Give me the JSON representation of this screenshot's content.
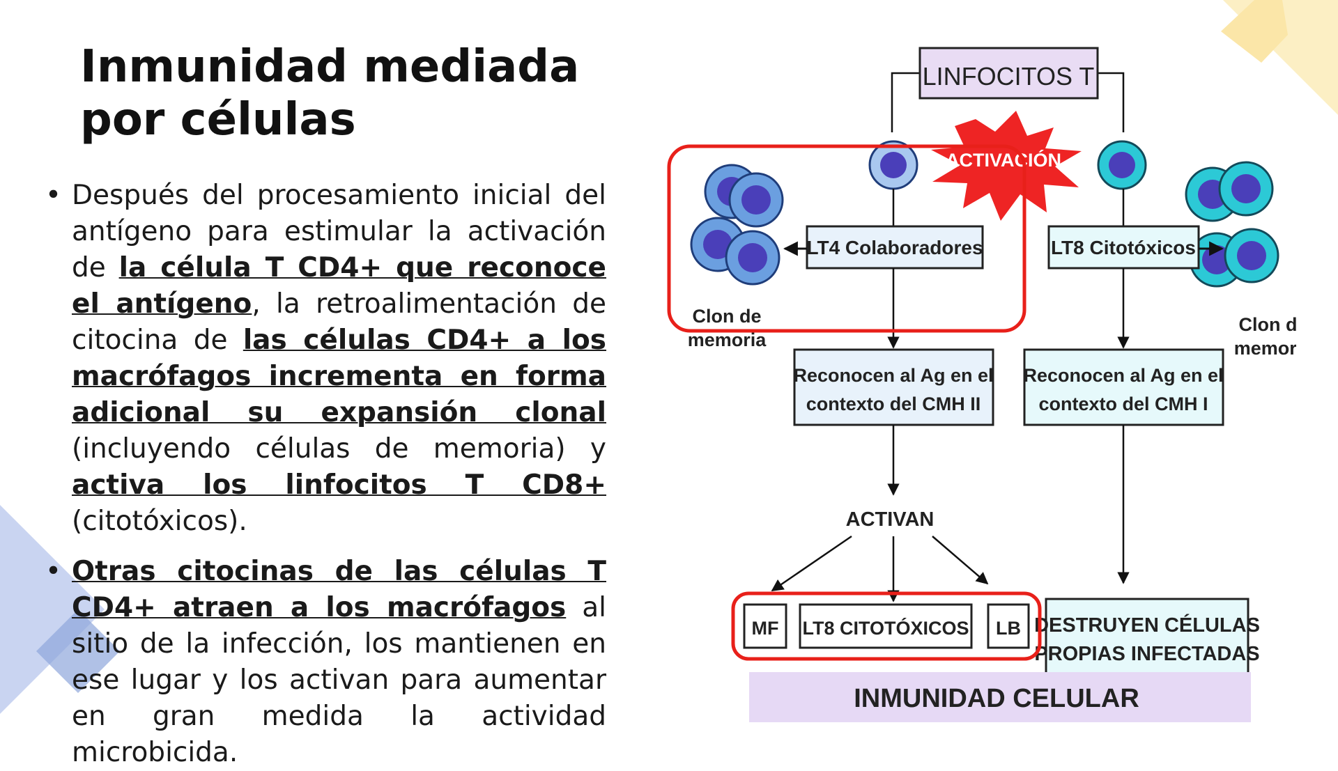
{
  "slide": {
    "title": "Inmunidad mediada por células",
    "bullet1": {
      "t1": "Después del procesamiento inicial del antígeno para estimular la activación de ",
      "b1": "la célula T CD4+ que reconoce el antígeno",
      "t2": ", la retroalimentación de citocina de ",
      "b2": "las células CD4+ a los macrófagos incrementa  en forma adicional su expansión clonal",
      "t3": " (incluyendo células de memoria) y ",
      "b3": "activa los linfocitos T CD8+",
      "t4": " (citotóxicos)."
    },
    "bullet2": {
      "b1": " Otras citocinas de las células T CD4+ atraen a los macrófagos",
      "t1": " al sitio de la infección, los mantienen en ese lugar y los activan para aumentar en gran medida la actividad microbicida."
    }
  },
  "diagram": {
    "top": "LINFOCITOS T",
    "activation": "ACTIVACIÓN",
    "lt4": "LT4 Colaboradores",
    "lt8": "LT8 Citotóxicos",
    "clone_left_1": "Clon de",
    "clone_left_2": "memoria",
    "clone_right_1": "Clon de",
    "clone_right_2": "memoria",
    "recog_left_1": "Reconocen al Ag en el",
    "recog_left_2": "contexto del CMH II",
    "recog_right_1": "Reconocen al Ag en el",
    "recog_right_2": "contexto del CMH I",
    "activan": "ACTIVAN",
    "mf": "MF",
    "lt8_cito": "LT8 CITOTÓXICOS",
    "lb": "LB",
    "destroy_1": "DESTRUYEN CÉLULAS",
    "destroy_2": "PROPIAS INFECTADAS",
    "footer": "INMUNIDAD CELULAR"
  },
  "colors": {
    "deco_yellow": "#fbe6a8",
    "deco_blue": "#8fa6dc",
    "lt4_cell": "#6b9fe0",
    "lt8_cell": "#22c6d4",
    "highlight": "#e8201a",
    "footer_band": "#e6d9f5"
  },
  "icons": {
    "bullet": "•"
  }
}
